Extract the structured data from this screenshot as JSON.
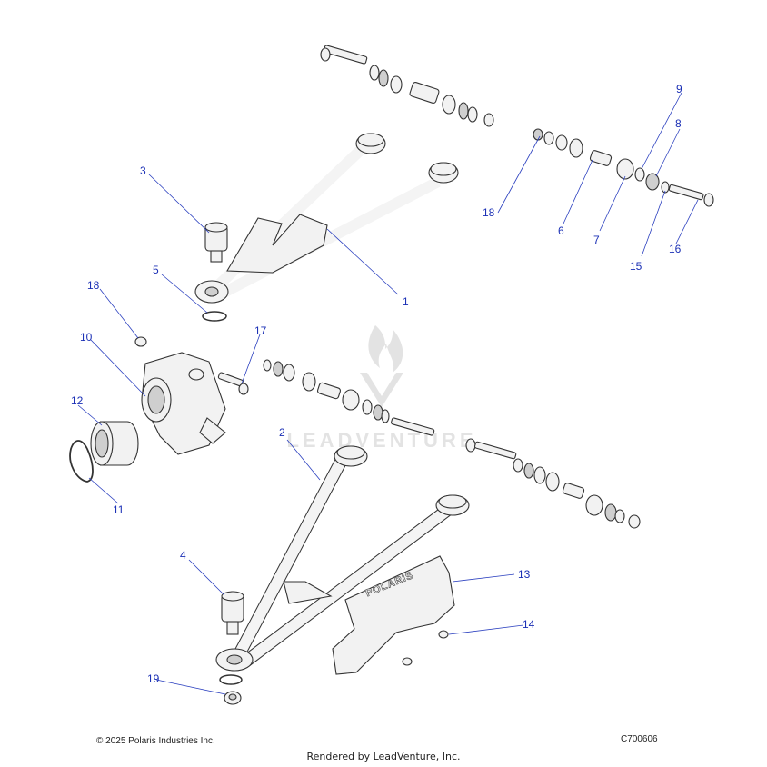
{
  "diagram_code": "C700606",
  "copyright": "© 2025 Polaris Industries Inc.",
  "rendered_by": "Rendered by LeadVenture, Inc.",
  "watermark": "LEADVENTURE",
  "guard_logo": "POLARIS",
  "callouts": [
    "1",
    "2",
    "3",
    "4",
    "5",
    "6",
    "7",
    "8",
    "9",
    "10",
    "11",
    "12",
    "13",
    "14",
    "15",
    "16",
    "17",
    "18",
    "18",
    "19"
  ],
  "colors": {
    "callout": "#1a2fb5",
    "line": "#333333",
    "part_fill": "#f2f2f2"
  }
}
